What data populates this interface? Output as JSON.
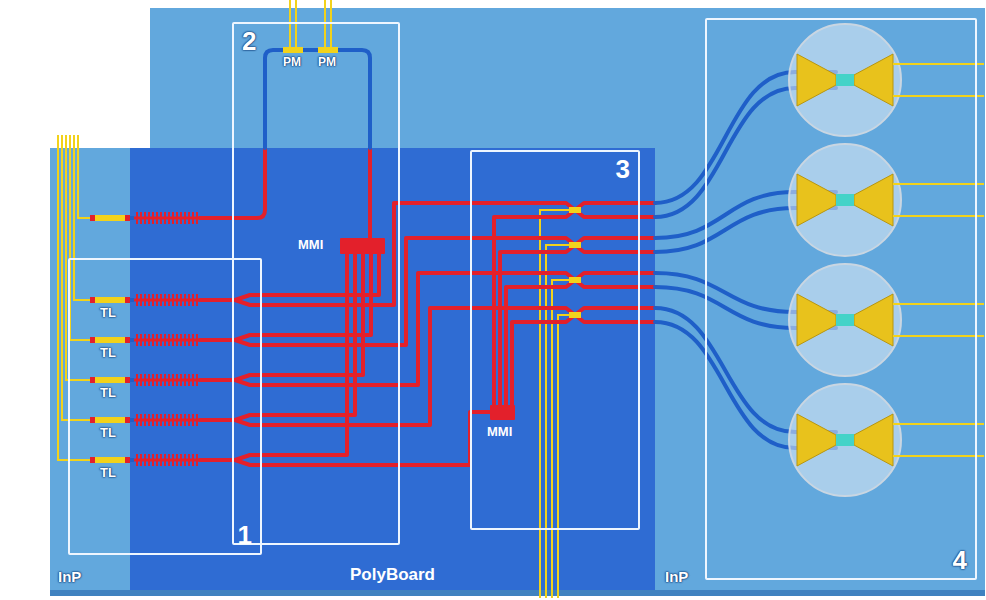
{
  "diagram": {
    "nodes": [
      {
        "text": [
          "InP"
        ]
      },
      {
        "text": [
          "PolyBoard"
        ]
      },
      {
        "text": [
          "InP"
        ]
      },
      {
        "text": [
          "1"
        ]
      },
      {
        "text": [
          "2"
        ]
      },
      {
        "text": [
          "3"
        ]
      },
      {
        "text": [
          "4"
        ]
      }
    ],
    "labels": [
      "PM",
      "PM",
      "MMI",
      "TL",
      "TL",
      "TL",
      "TL",
      "TL",
      "MMI"
    ]
  }
}
